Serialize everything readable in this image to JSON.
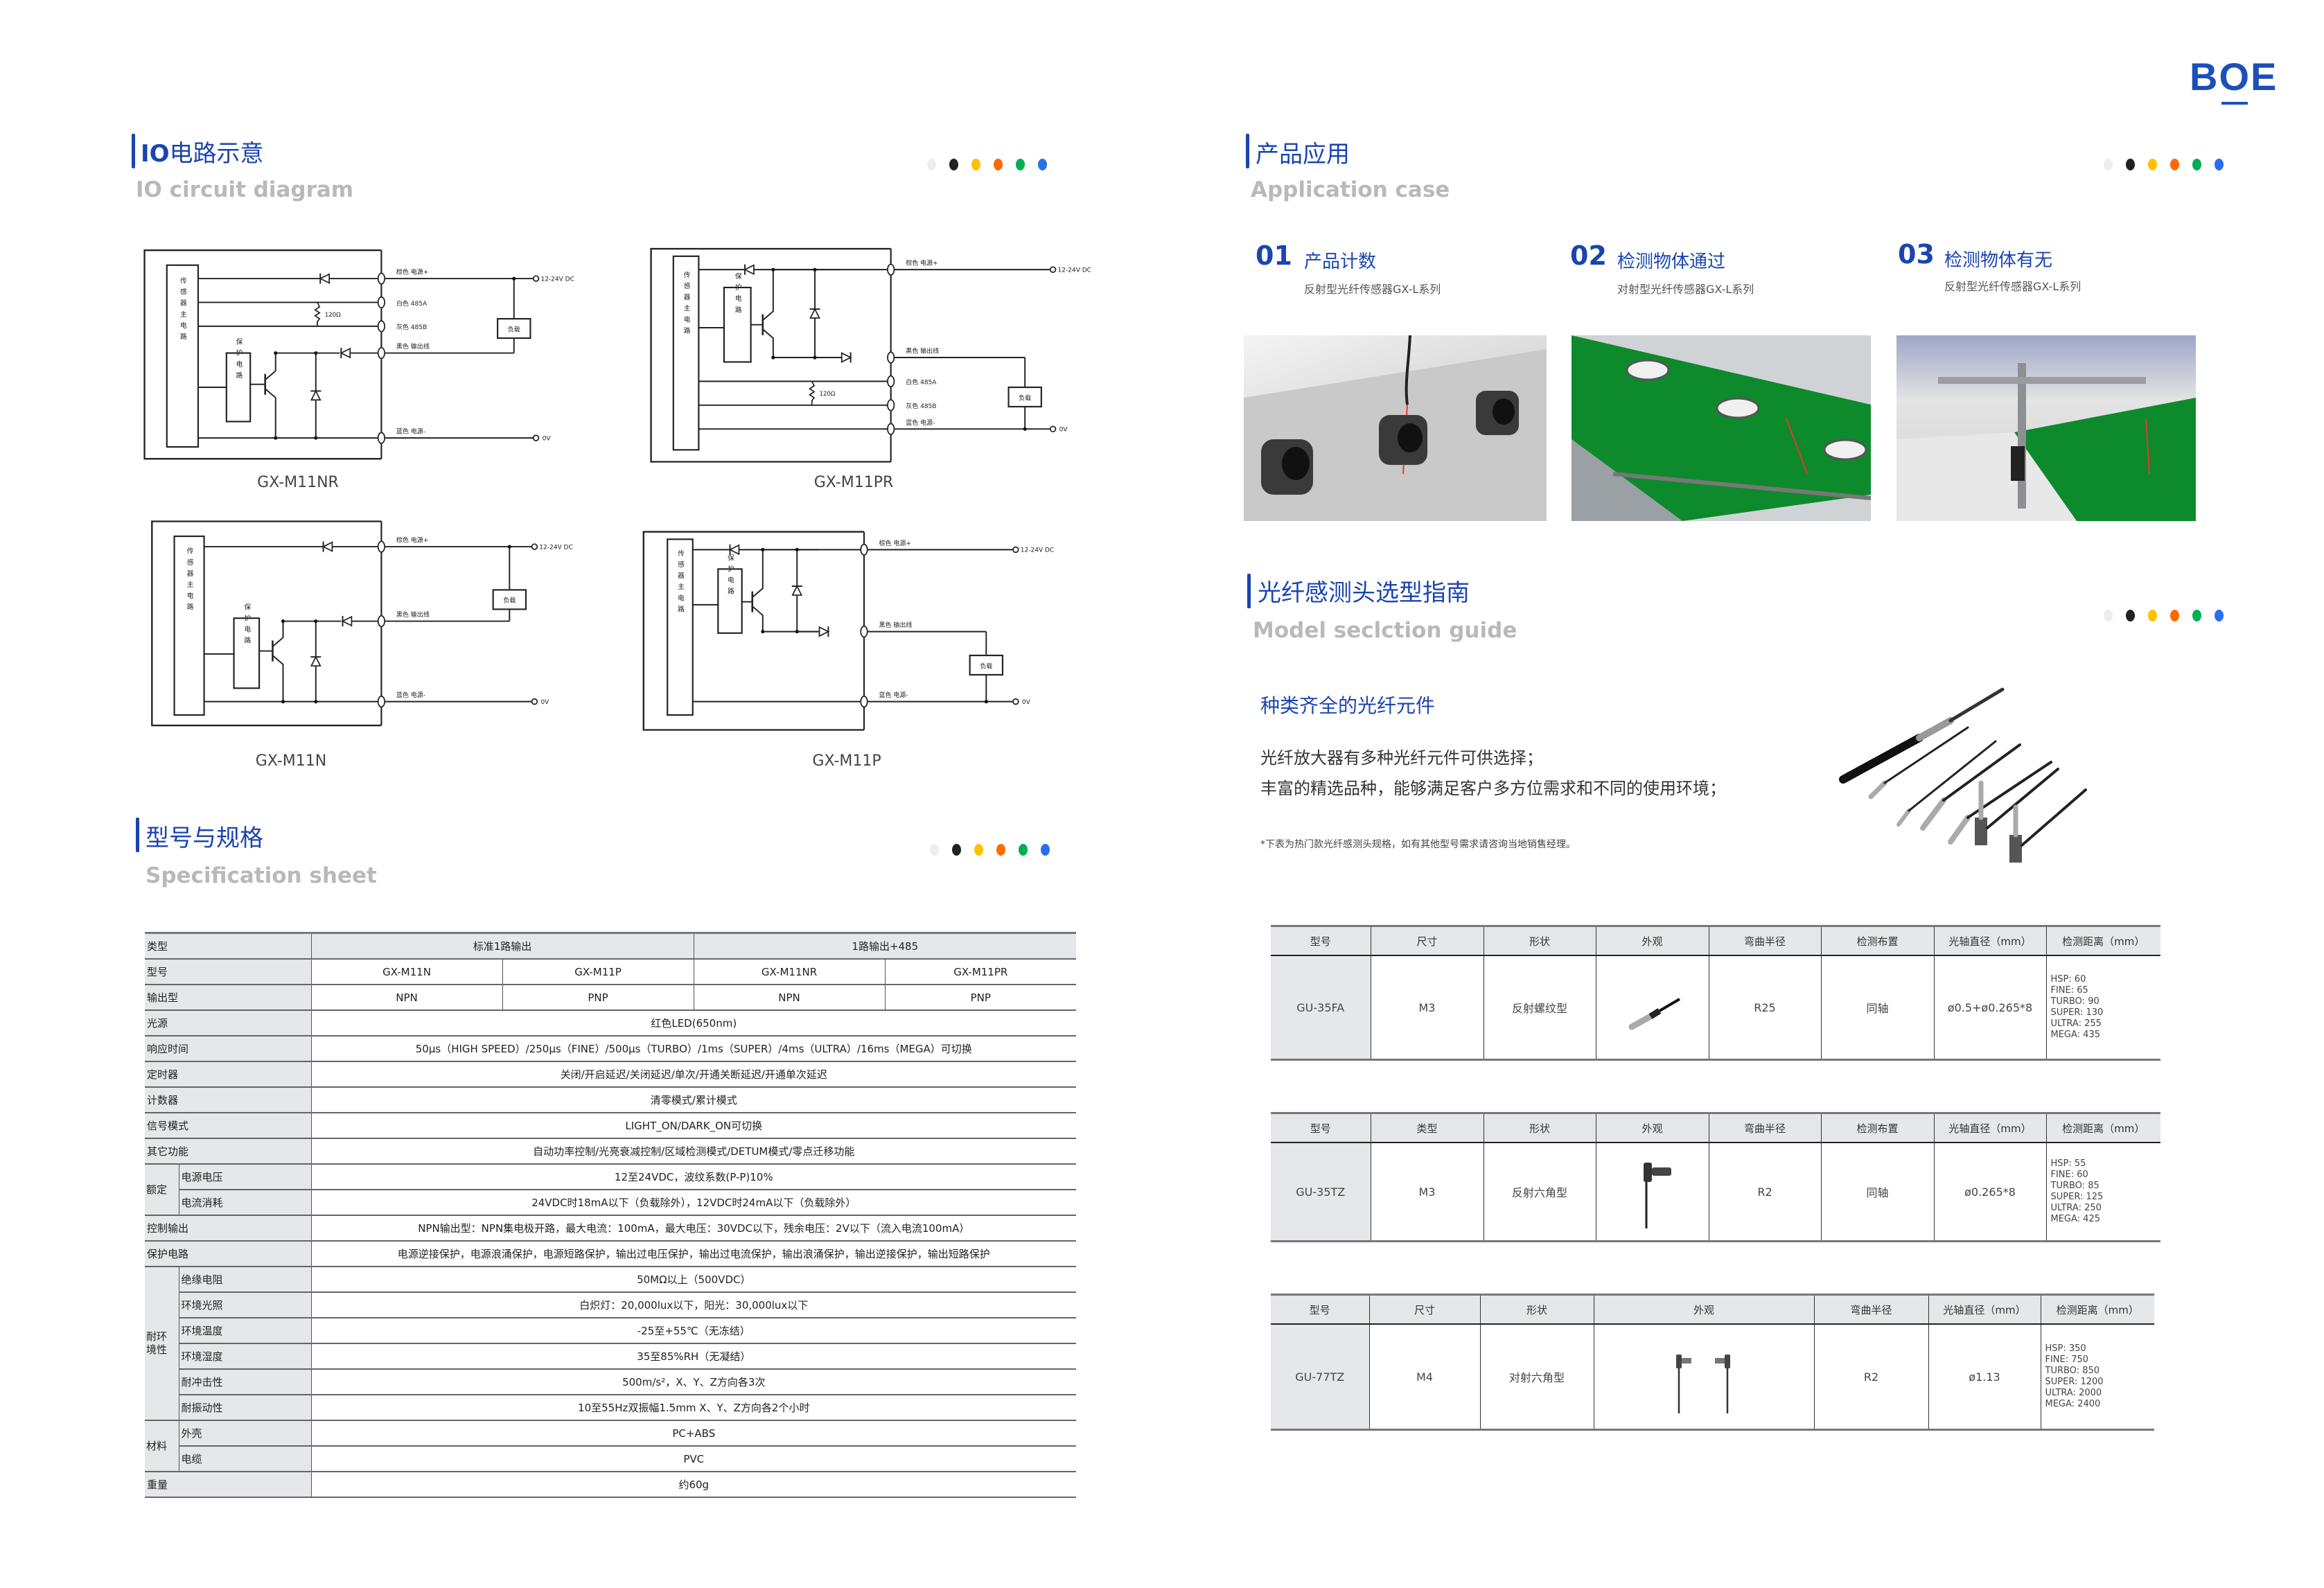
{
  "brand": {
    "logo_prefix": "B",
    "logo_o": "O",
    "logo_suffix": "E"
  },
  "palette": [
    "#eeeeee",
    "#222222",
    "#ffc000",
    "#ff6a00",
    "#00b050",
    "#2a6ef0"
  ],
  "io_section": {
    "title_bold": "IO",
    "title_rest": "电路示意",
    "subtitle": "IO circuit diagram",
    "diagrams": [
      {
        "model": "GX-M11NR",
        "main": "传感器主电路",
        "protect": "保护电路",
        "brown": "棕色 电源+",
        "white": "白色 485A",
        "grey": "灰色 485B",
        "black": "黑色 输出线",
        "blue": "蓝色 电源-",
        "vplus": "12-24V DC",
        "v0": "0V",
        "load": "负载",
        "resistor": "120Ω"
      },
      {
        "model": "GX-M11PR",
        "main": "传感器主电路",
        "protect": "保护电路",
        "brown": "棕色 电源+",
        "white": "白色 485A",
        "grey": "灰色 485B",
        "black": "黑色 输出线",
        "blue": "蓝色 电源-",
        "vplus": "12-24V DC",
        "v0": "0V",
        "load": "负载",
        "resistor": "120Ω"
      },
      {
        "model": "GX-M11N",
        "main": "传感器主电路",
        "protect": "保护电路",
        "brown": "棕色 电源+",
        "black": "黑色 输出线",
        "blue": "蓝色 电源-",
        "vplus": "12-24V DC",
        "v0": "0V",
        "load": "负载"
      },
      {
        "model": "GX-M11P",
        "main": "传感器主电路",
        "protect": "保护电路",
        "brown": "棕色 电源+",
        "black": "黑色 输出线",
        "blue": "蓝色 电源-",
        "vplus": "12-24V DC",
        "v0": "0V",
        "load": "负载"
      }
    ]
  },
  "spec_section": {
    "title": "型号与规格",
    "subtitle": "Specification sheet"
  },
  "spec": {
    "rows": [
      {
        "label": "类型",
        "cells": [
          {
            "text": "标准1路输出",
            "span": 2
          },
          {
            "text": "1路输出+485",
            "span": 2
          }
        ]
      },
      {
        "label": "型号",
        "cells": [
          {
            "text": "GX-M11N",
            "span": 1
          },
          {
            "text": "GX-M11P",
            "span": 1
          },
          {
            "text": "GX-M11NR",
            "span": 1
          },
          {
            "text": "GX-M11PR",
            "span": 1
          }
        ]
      },
      {
        "label": "输出型",
        "cells": [
          {
            "text": "NPN",
            "span": 1
          },
          {
            "text": "PNP",
            "span": 1
          },
          {
            "text": "NPN",
            "span": 1
          },
          {
            "text": "PNP",
            "span": 1
          }
        ]
      },
      {
        "label": "光源",
        "value": "红色LED(650nm)"
      },
      {
        "label": "响应时间",
        "value": "50µs（HIGH SPEED）/250µs（FINE）/500µs（TURBO）/1ms（SUPER）/4ms（ULTRA）/16ms（MEGA）可切换"
      },
      {
        "label": "定时器",
        "value": "关闭/开启延迟/关闭延迟/单次/开通关断延迟/开通单次延迟"
      },
      {
        "label": "计数器",
        "value": "清零模式/累计模式"
      },
      {
        "label": "信号模式",
        "value": "LIGHT_ON/DARK_ON可切换"
      },
      {
        "label": "其它功能",
        "value": "自动功率控制/光亮衰减控制/区域检测模式/DETUM模式/零点迁移功能"
      },
      {
        "group": "额定",
        "items": [
          {
            "label": "电源电压",
            "value": "12至24VDC，波纹系数(P-P)10%"
          },
          {
            "label": "电流消耗",
            "value": "24VDC时18mA以下（负载除外），12VDC时24mA以下（负载除外）"
          }
        ]
      },
      {
        "label": "控制输出",
        "value": "NPN输出型：NPN集电极开路，最大电流：100mA，最大电压：30VDC以下，残余电压：2V以下（流入电流100mA）"
      },
      {
        "label": "保护电路",
        "value": "电源逆接保护，电源浪涌保护，电源短路保护，输出过电压保护，输出过电流保护，输出浪涌保护，输出逆接保护，输出短路保护"
      },
      {
        "group": "耐环境性",
        "items": [
          {
            "label": "绝缘电阻",
            "value": "50MΩ以上（500VDC）"
          },
          {
            "label": "环境光照",
            "value": "白炽灯：20,000lux以下，阳光：30,000lux以下"
          },
          {
            "label": "环境温度",
            "value": "-25至+55℃（无冻结）"
          },
          {
            "label": "环境湿度",
            "value": "35至85%RH（无凝结）"
          },
          {
            "label": "耐冲击性",
            "value": "500m/s²，X、Y、Z方向各3次"
          },
          {
            "label": "耐振动性",
            "value": "10至55Hz双振幅1.5mm X、Y、Z方向各2个小时"
          }
        ]
      },
      {
        "group": "材料",
        "items": [
          {
            "label": "外壳",
            "value": "PC+ABS"
          },
          {
            "label": "电缆",
            "value": "PVC"
          }
        ]
      },
      {
        "label": "重量",
        "value": "约60g"
      }
    ]
  },
  "app_section": {
    "title": "产品应用",
    "subtitle": "Application case",
    "items": [
      {
        "num": "01",
        "title": "产品计数",
        "sub": "反射型光纤传感器GX-L系列"
      },
      {
        "num": "02",
        "title": "检测物体通过",
        "sub": "对射型光纤传感器GX-L系列"
      },
      {
        "num": "03",
        "title": "检测物体有无",
        "sub": "反射型光纤传感器GX-L系列"
      }
    ]
  },
  "guide_section": {
    "title": "光纤感测头选型指南",
    "subtitle": "Model seclction guide",
    "heading": "种类齐全的光纤元件",
    "lines": [
      "光纤放大器有多种光纤元件可供选择；",
      "丰富的精选品种，能够满足客户多方位需求和不同的使用环境；"
    ],
    "note": "*下表为热门款光纤感测头规格，如有其他型号需求请咨询当地销售经理。"
  },
  "fiber_tables": [
    {
      "headers": [
        "型号",
        "尺寸",
        "形状",
        "外观",
        "弯曲半径",
        "检测布置",
        "光轴直径（mm）",
        "检测距离（mm）"
      ],
      "cells": [
        "GU-35FA",
        "M3",
        "反射螺纹型",
        {
          "icon": "threaded-probe"
        },
        "R25",
        "同轴",
        "ø0.5+ø0.265*8",
        [
          "HSP: 60",
          "FINE: 65",
          "TURBO: 90",
          "SUPER: 130",
          "ULTRA: 255",
          "MEGA: 435"
        ]
      ]
    },
    {
      "headers": [
        "型号",
        "类型",
        "形状",
        "外观",
        "弯曲半径",
        "检测布置",
        "光轴直径（mm）",
        "检测距离（mm）"
      ],
      "cells": [
        "GU-35TZ",
        "M3",
        "反射六角型",
        {
          "icon": "hex-angle-probe"
        },
        "R2",
        "同轴",
        "ø0.265*8",
        [
          "HSP: 55",
          "FINE: 60",
          "TURBO: 85",
          "SUPER: 125",
          "ULTRA: 250",
          "MEGA: 425"
        ]
      ]
    },
    {
      "headers": [
        "型号",
        "尺寸",
        "形状",
        "外观",
        "弯曲半径",
        "光轴直径（mm）",
        "检测距离（mm）"
      ],
      "cells": [
        "GU-77TZ",
        "M4",
        "对射六角型",
        {
          "icon": "hex-angle-probe-pair"
        },
        "R2",
        "ø1.13",
        [
          "HSP: 350",
          "FINE: 750",
          "TURBO: 850",
          "SUPER: 1200",
          "ULTRA: 2000",
          "MEGA: 2400"
        ]
      ]
    }
  ]
}
